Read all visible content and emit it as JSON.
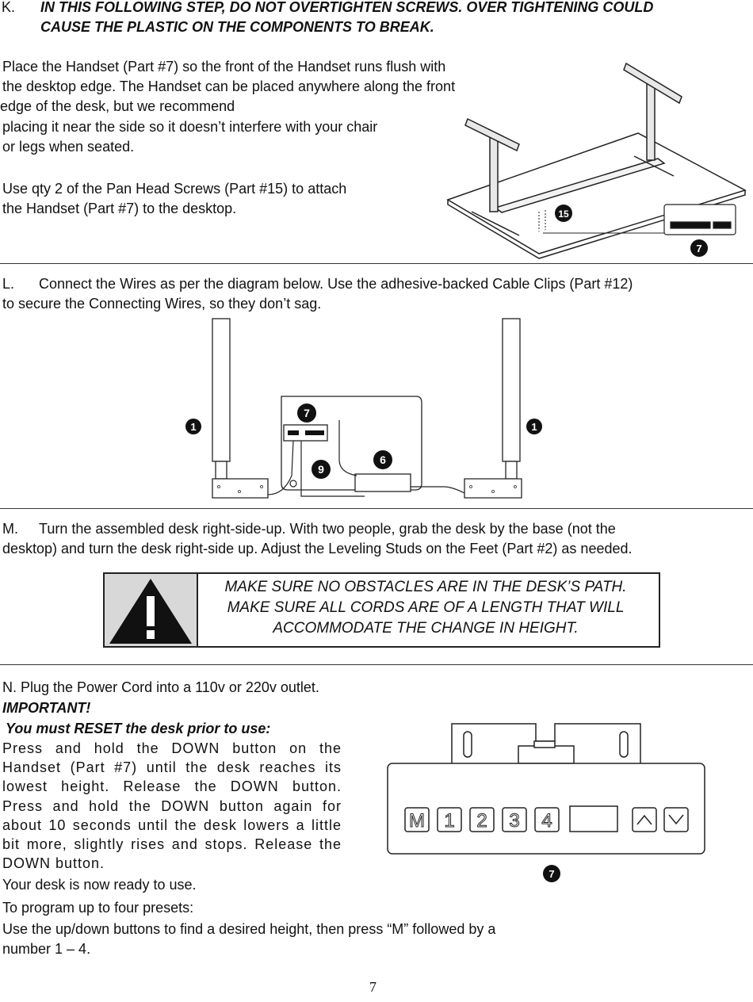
{
  "step_k": {
    "letter": "K.",
    "warning_lines": [
      "IN THIS FOLLOWING STEP, DO NOT OVERTIGHTEN SCREWS. OVER TIGHTENING COULD",
      "CAUSE THE PLASTIC ON THE COMPONENTS TO BREAK."
    ],
    "body_lines": [
      "Place the Handset (Part #7) so the front of the Handset runs flush with",
      "the desktop edge. The Handset can be placed anywhere along the front",
      "edge of the desk, but we recommend",
      "placing it near the side so it doesn’t interfere with your chair",
      "or legs when seated."
    ],
    "screw_lines": [
      "Use qty 2 of the  Pan Head Screws (Part #15) to attach",
      "the Handset  (Part #7) to the desktop."
    ],
    "callouts": [
      "15",
      "7"
    ]
  },
  "step_l": {
    "letter": "L.",
    "lines": [
      "Connect the Wires as per the diagram below. Use the adhesive-backed Cable Clips (Part #12)",
      "to secure the Connecting Wires, so they don’t sag."
    ],
    "callouts": [
      "1",
      "7",
      "9",
      "6",
      "1"
    ]
  },
  "step_m": {
    "letter": "M.",
    "lines": [
      "Turn the assembled desk right-side-up. With two people, grab the desk by the base (not the",
      "desktop) and turn the desk right-side up. Adjust the Leveling Studs on the Feet (Part #2) as needed."
    ],
    "warning": [
      "MAKE SURE NO OBSTACLES ARE IN THE DESK’S PATH.",
      "MAKE SURE ALL CORDS ARE OF A LENGTH THAT WILL",
      "ACCOMMODATE THE CHANGE IN HEIGHT."
    ]
  },
  "step_n": {
    "line1": "N. Plug the Power Cord into a 110v or 220v outlet.",
    "important": "IMPORTANT!",
    "reset_heading": "You must RESET the desk prior to use:",
    "reset_body": "Press and hold the DOWN button on the Handset (Part #7) until the desk reaches its lowest height. Release the DOWN button. Press and hold the DOWN button again for about 10 seconds until the desk lowers a little bit more, slightly rises and stops. Release the DOWN button.",
    "ready": "Your desk is now ready to use.",
    "program_heading": "To program up to four presets:",
    "program_lines": [
      "Use the up/down buttons to find a desired height, then press “M” followed by a",
      "number 1 – 4."
    ],
    "handset_buttons": [
      "M",
      "1",
      "2",
      "3",
      "4"
    ],
    "callout": "7"
  },
  "page_number": "7"
}
